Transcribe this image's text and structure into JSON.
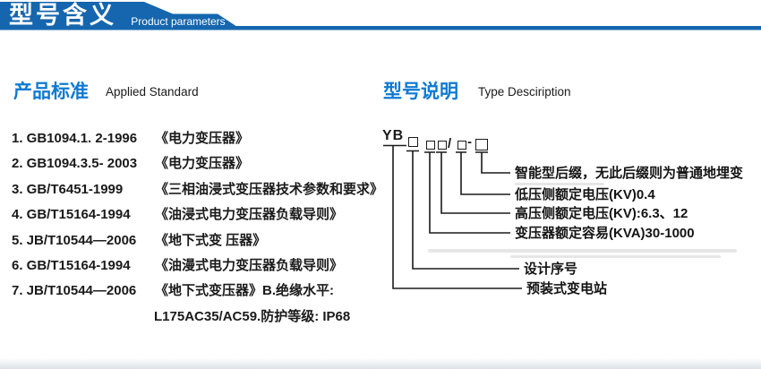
{
  "header": {
    "title": "型号含义",
    "subtitle": "Product parameters"
  },
  "colors": {
    "banner_blue": "#1566ae",
    "heading_blue": "#0e7ad3",
    "text_dark": "#1a1a1a"
  },
  "standards": {
    "heading_zh": "产品标准",
    "heading_en": "Applied Standard",
    "items": [
      {
        "code": "1. GB1094.1. 2-1996",
        "title": "《电力变压器》"
      },
      {
        "code": "2. GB1094.3.5- 2003",
        "title": "《电力变压器》"
      },
      {
        "code": "3. GB/T6451-1999",
        "title": "《三相油浸式变压器技术参数和要求》"
      },
      {
        "code": "4. GB/T15164-1994",
        "title": "《油浸式电力变压器负载导则》"
      },
      {
        "code": "5. JB/T10544—2006",
        "title": "《地下式变 压器》"
      },
      {
        "code": "6. GB/T15164-1994",
        "title": "《油漫式电力变压器负载导则》"
      },
      {
        "code": "7. JB/T10544—2006",
        "title": "《地下式变压器》B.绝缘水平:"
      }
    ],
    "continuation": "L175AC35/AC59.防护等级: IP68"
  },
  "type_description": {
    "heading_zh": "型号说明",
    "heading_en": "Type Desciription",
    "model_prefix": "YB",
    "separator_slash": "/",
    "separator_dash": "-",
    "labels": [
      "智能型后缀，无此后缀则为普通地埋变",
      "低压侧额定电压(KV)0.4",
      "高压侧额定电压(KV):6.3、12",
      "变压器额定容易(KVA)30-1000",
      "设计序号",
      "预装式变电站"
    ]
  }
}
